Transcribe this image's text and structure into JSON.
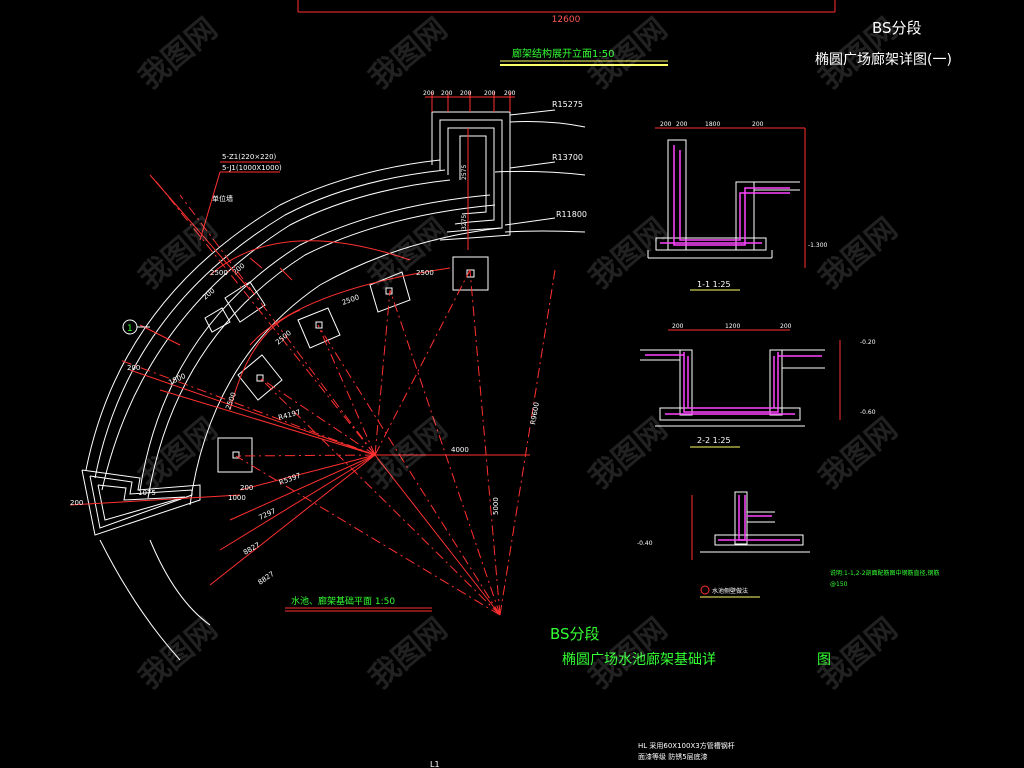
{
  "colors": {
    "bg": "#000000",
    "line": "#ffffff",
    "dim": "#ff2020",
    "text_green": "#33ff33",
    "text_white": "#ffffff",
    "rebar": "#ff44ff",
    "axis": "#ff3030",
    "bar": "#ffff66"
  },
  "top_dim": "12600",
  "title_top": {
    "section": "BS分段",
    "name": "椭圆广场廊架详图(一)"
  },
  "elev_title": "廊架结构展开立面1:50",
  "plan_title": "水池、廊架基础平面 1:50",
  "bottom_title": {
    "section": "BS分段",
    "name": "椭圆广场水池廊架基础详",
    "suffix": "图"
  },
  "radii": [
    "R15275",
    "R13700",
    "R11800"
  ],
  "column_labels": [
    "5-Z1(220×220)",
    "5-J1(1000X1000)"
  ],
  "hatch_note": "单位墙",
  "axis_marker": "1",
  "dims_plan": [
    "2500",
    "2500",
    "2500",
    "2500",
    "2500",
    "1500",
    "200",
    "200",
    "4000",
    "5000",
    "R9600",
    "R4197",
    "R5397",
    "7297",
    "8827",
    "1075",
    "1000",
    "200",
    "200",
    "200",
    "1200"
  ],
  "top_small_dims": [
    "200",
    "200",
    "200",
    "200",
    "200"
  ],
  "right_side_dims": [
    "2575",
    "3275"
  ],
  "section1": {
    "label": "1-1 1:25",
    "dims": [
      "200",
      "200",
      "1800",
      "200"
    ],
    "level": "-1.300"
  },
  "section2": {
    "label": "2-2 1:25",
    "dims": [
      "200",
      "1200",
      "200"
    ],
    "levels": [
      "-0.20",
      "-0.60"
    ]
  },
  "detail3": {
    "label": "水池侧壁做法",
    "level": "-0.40",
    "note1": "说明:1-1,2-2剖面配筋图中钢筋直径,钢筋",
    "note2": "@150"
  },
  "bottom_notes": [
    "HL 采用60X100X3方管槽钢杆",
    "面漆等级 防锈5层底漆"
  ],
  "sheet_id": "L1",
  "watermark": "我图网"
}
